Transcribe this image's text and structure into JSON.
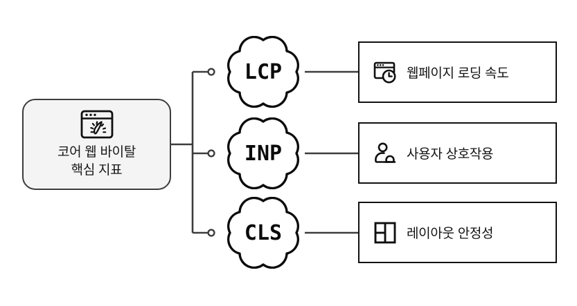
{
  "diagram": {
    "root": {
      "icon": "browser-speedometer-icon",
      "label": "코어 웹 바이탈\n핵심 지표",
      "line1": "코어 웹 바이탈",
      "line2": "핵심 지표",
      "fill_color": "#f4f4f4",
      "border_color": "#3c3c3c"
    },
    "metrics": [
      {
        "code": "LCP",
        "shape": "cloud",
        "description": "웹페이지 로딩 속도",
        "description_icon": "browser-clock-icon"
      },
      {
        "code": "INP",
        "shape": "cloud",
        "description": "사용자 상호작용",
        "description_icon": "person-cursor-icon"
      },
      {
        "code": "CLS",
        "shape": "cloud",
        "description": "레이아웃 안정성",
        "description_icon": "layout-grid-icon"
      }
    ],
    "connector": {
      "style": "elbow-tree-with-endpoint-dots",
      "line_color": "#3c3c3c",
      "dot_fill": "#ffffff"
    }
  }
}
